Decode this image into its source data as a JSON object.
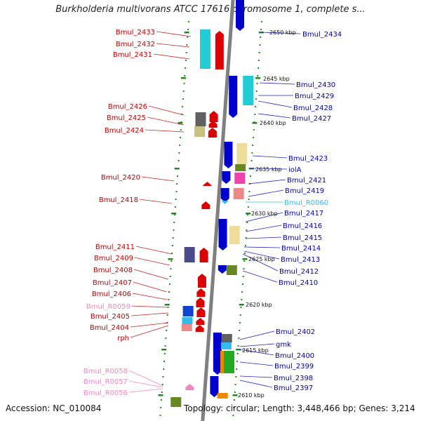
{
  "title": "Burkholderia multivorans ATCC 17616 chromosome 1, complete s...",
  "footer": {
    "accession": "Accession: NC_010084",
    "topology": "Topology: circular; Length: 3,448,466 bp; Genes: 3,214"
  },
  "colors": {
    "left_gene": "#dd0000",
    "right_gene": "#0000cc",
    "rna_left": "#ee88bb",
    "rna_right": "#33bbee"
  },
  "scale_labels": [
    "2650 kbp",
    "2645 kbp",
    "2640 kbp",
    "2635 kbp",
    "2630 kbp",
    "2625 kbp",
    "2620 kbp",
    "2615 kbp",
    "2610 kbp"
  ],
  "left_labels": [
    "Bmul_2433",
    "Bmul_2432",
    "Bmul_2431",
    "Bmul_2426",
    "Bmul_2425",
    "Bmul_2424",
    "Bmul_2420",
    "Bmul_2418",
    "Bmul_2411",
    "Bmul_2409",
    "Bmul_2408",
    "Bmul_2407",
    "Bmul_2406",
    "Bmul_R0059",
    "Bmul_2405",
    "Bmul_2404",
    "rph",
    "Bmul_R0058",
    "Bmul_R0057",
    "Bmul_R0056"
  ],
  "right_labels": [
    "Bmul_2434",
    "Bmul_2430",
    "Bmul_2429",
    "Bmul_2428",
    "Bmul_2427",
    "Bmul_2423",
    "iolA",
    "Bmul_2421",
    "Bmul_2419",
    "Bmul_R0060",
    "Bmul_2417",
    "Bmul_2416",
    "Bmul_2415",
    "Bmul_2414",
    "Bmul_2413",
    "Bmul_2412",
    "Bmul_2410",
    "Bmul_2402",
    "gmk",
    "Bmul_2400",
    "Bmul_2399",
    "Bmul_2398",
    "Bmul_2397"
  ]
}
